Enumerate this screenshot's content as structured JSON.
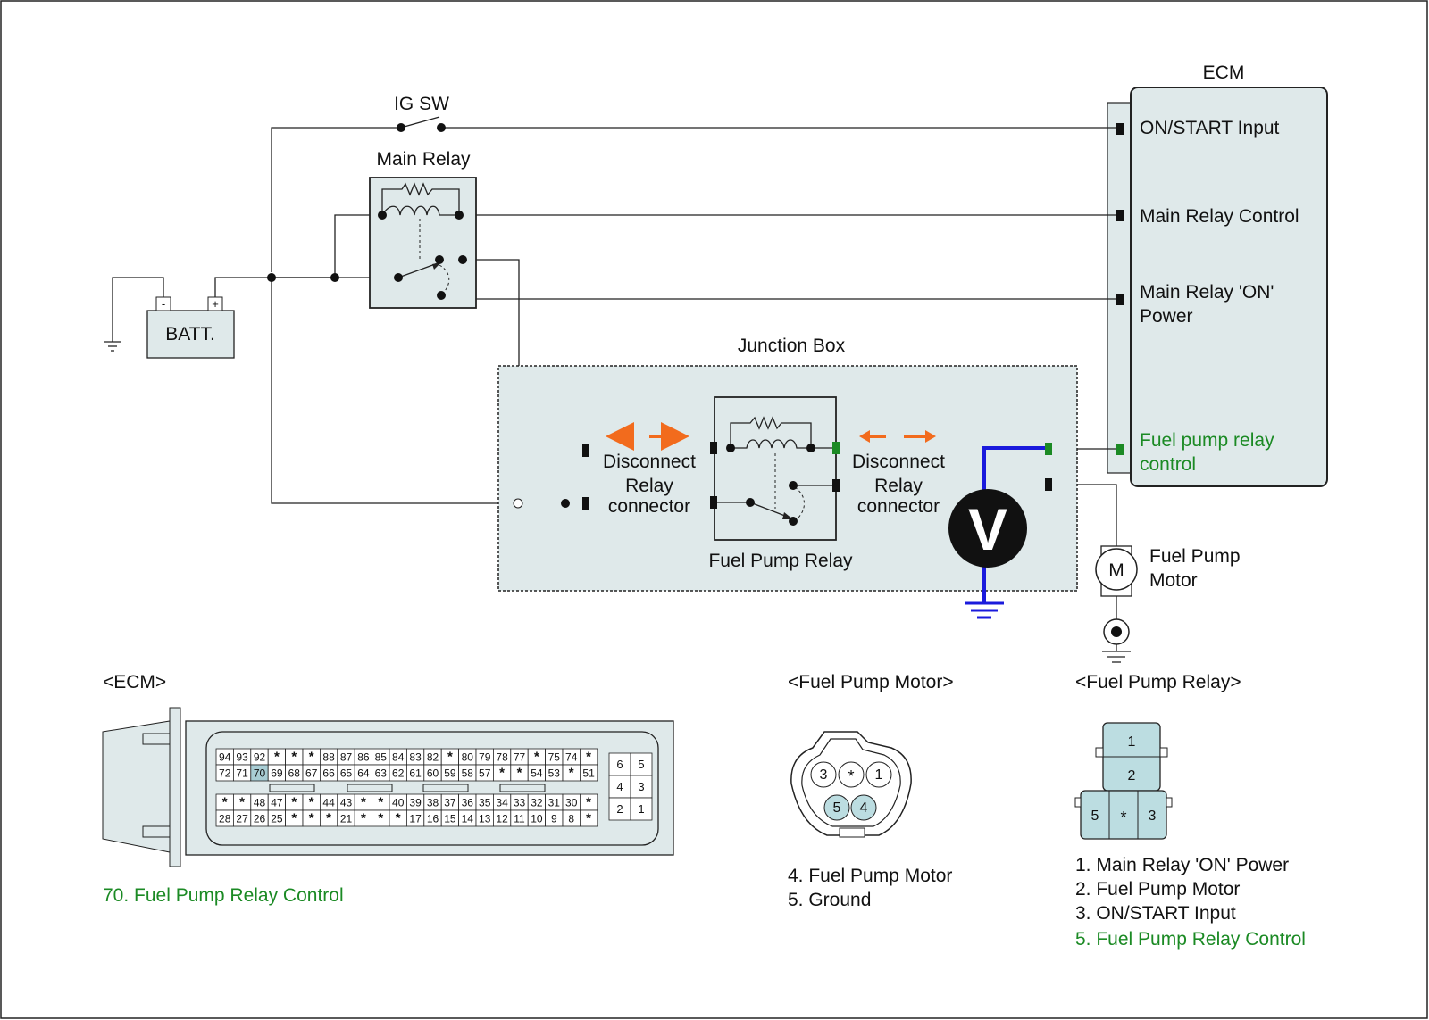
{
  "colors": {
    "panel": "#dfe9ea",
    "highlight_pin": "#a8cdd4",
    "connector_fill": "#bcdde1",
    "signal_green": "#1b8a24",
    "probe_blue": "#1a1adc",
    "arrow_orange": "#f26b1d"
  },
  "ecm": {
    "title": "ECM",
    "pins": {
      "on_start": "ON/START Input",
      "main_relay_control": "Main Relay Control",
      "main_relay_on_power_l1": "Main Relay 'ON'",
      "main_relay_on_power_l2": "Power",
      "fuel_pump_relay_control_l1": "Fuel pump relay",
      "fuel_pump_relay_control_l2": "control"
    }
  },
  "circuit": {
    "ig_sw": "IG SW",
    "main_relay": "Main Relay",
    "battery": "BATT.",
    "battery_minus": "-",
    "battery_plus": "+",
    "junction_box": "Junction Box",
    "disconnect_l1": "Disconnect",
    "disconnect_l2": "Relay",
    "disconnect_l3": "connector",
    "fuel_pump_relay": "Fuel Pump Relay",
    "voltmeter": "V",
    "motor_symbol": "M",
    "fuel_pump_motor_l1": "Fuel Pump",
    "fuel_pump_motor_l2": "Motor",
    "probe_icon": "voltmeter-icon"
  },
  "ecm_connector": {
    "title": "<ECM>",
    "row1": [
      "94",
      "93",
      "92",
      "*",
      "*",
      "*",
      "88",
      "87",
      "86",
      "85",
      "84",
      "83",
      "82",
      "*",
      "80",
      "79",
      "78",
      "77",
      "*",
      "75",
      "74",
      "*"
    ],
    "row2": [
      "72",
      "71",
      "70",
      "69",
      "68",
      "67",
      "66",
      "65",
      "64",
      "63",
      "62",
      "61",
      "60",
      "59",
      "58",
      "57",
      "*",
      "*",
      "54",
      "53",
      "*",
      "51"
    ],
    "row3": [
      "*",
      "*",
      "48",
      "47",
      "*",
      "*",
      "44",
      "43",
      "*",
      "*",
      "40",
      "39",
      "38",
      "37",
      "36",
      "35",
      "34",
      "33",
      "32",
      "31",
      "30",
      "*"
    ],
    "row4": [
      "28",
      "27",
      "26",
      "25",
      "*",
      "*",
      "*",
      "21",
      "*",
      "*",
      "*",
      "17",
      "16",
      "15",
      "14",
      "13",
      "12",
      "11",
      "10",
      "9",
      "8",
      "*"
    ],
    "side_grid": [
      "6",
      "5",
      "4",
      "3",
      "2",
      "1"
    ],
    "highlighted_pin": "70",
    "legend": "70. Fuel Pump Relay Control"
  },
  "motor_connector": {
    "title": "<Fuel Pump Motor>",
    "top_pins": [
      "3",
      "*",
      "1"
    ],
    "bottom_pins": [
      "5",
      "4"
    ],
    "legend": [
      "4. Fuel Pump Motor",
      "5. Ground"
    ]
  },
  "relay_connector": {
    "title": "<Fuel Pump Relay>",
    "pins": [
      "1",
      "2",
      "5",
      "*",
      "3"
    ],
    "legend": [
      "1. Main Relay 'ON' Power",
      "2. Fuel Pump Motor",
      "3. ON/START Input"
    ],
    "legend_green": "5. Fuel Pump Relay Control"
  }
}
